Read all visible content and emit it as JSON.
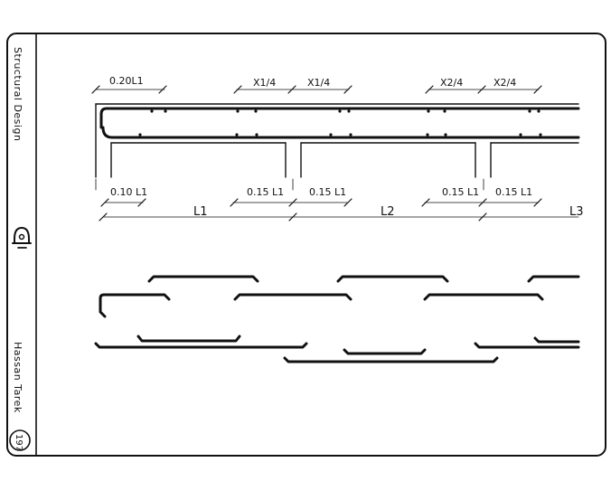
{
  "sidebar": {
    "title": "Structural Design",
    "author": "Hassan Tarek",
    "page_number": "197"
  },
  "top_dims": [
    "0.20L1",
    "X1/4",
    "X1/4",
    "X2/4",
    "X2/4"
  ],
  "bottom_dims": [
    "0.10 L1",
    "0.15 L1",
    "0.15 L1",
    "0.15 L1",
    "0.15 L1"
  ],
  "spans": [
    "L1",
    "L2",
    "L3"
  ]
}
